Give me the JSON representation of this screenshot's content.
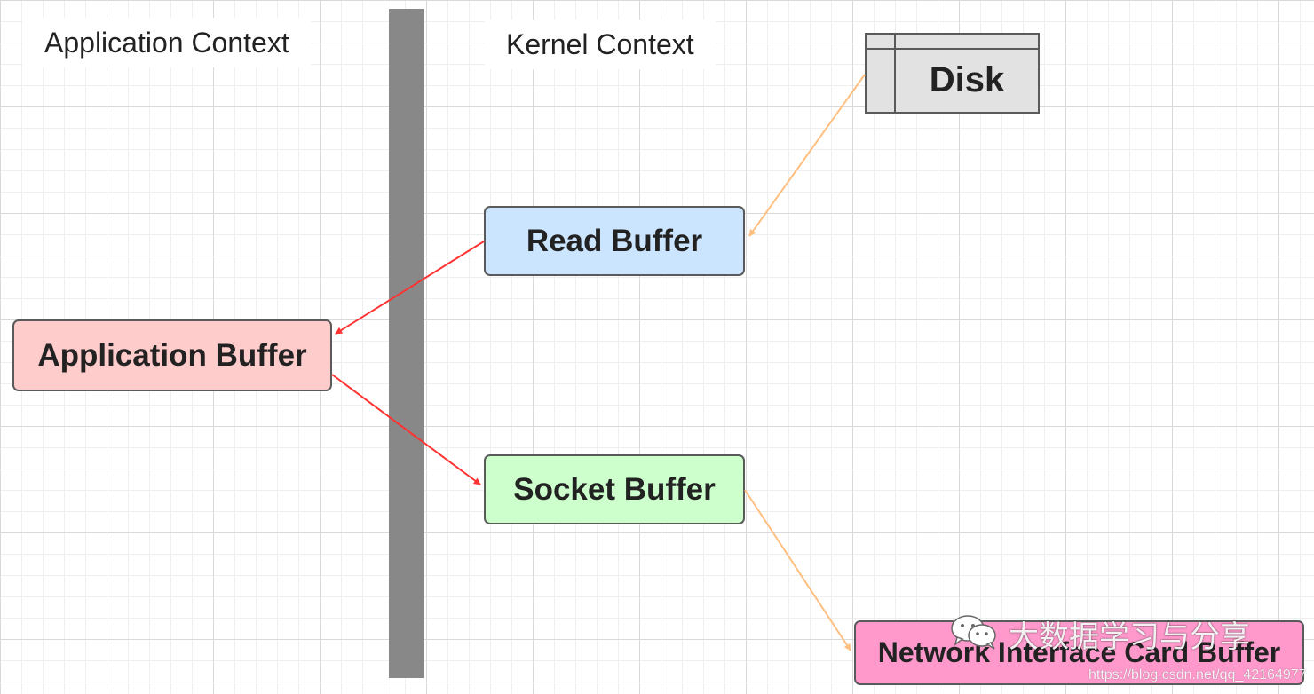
{
  "labels": {
    "application_context": "Application Context",
    "kernel_context": "Kernel Context"
  },
  "nodes": {
    "disk": {
      "label": "Disk",
      "fill": "#e2e2e2"
    },
    "read_buffer": {
      "label": "Read Buffer",
      "fill": "#cce5ff"
    },
    "application_buffer": {
      "label": "Application Buffer",
      "fill": "#ffcccc"
    },
    "socket_buffer": {
      "label": "Socket Buffer",
      "fill": "#ccffcc"
    },
    "nic_buffer": {
      "label": "Network Interface Card Buffer",
      "fill": "#ff99cc"
    }
  },
  "edges": [
    {
      "from": "disk",
      "to": "read_buffer",
      "color": "#ffbf80"
    },
    {
      "from": "read_buffer",
      "to": "application_buffer",
      "color": "#ff3333"
    },
    {
      "from": "application_buffer",
      "to": "socket_buffer",
      "color": "#ff3333"
    },
    {
      "from": "socket_buffer",
      "to": "nic_buffer",
      "color": "#ffbf80"
    }
  ],
  "divider": {
    "color": "#888888"
  },
  "watermark": {
    "text": "大数据学习与分享",
    "url": "https://blog.csdn.net/qq_42164977"
  }
}
